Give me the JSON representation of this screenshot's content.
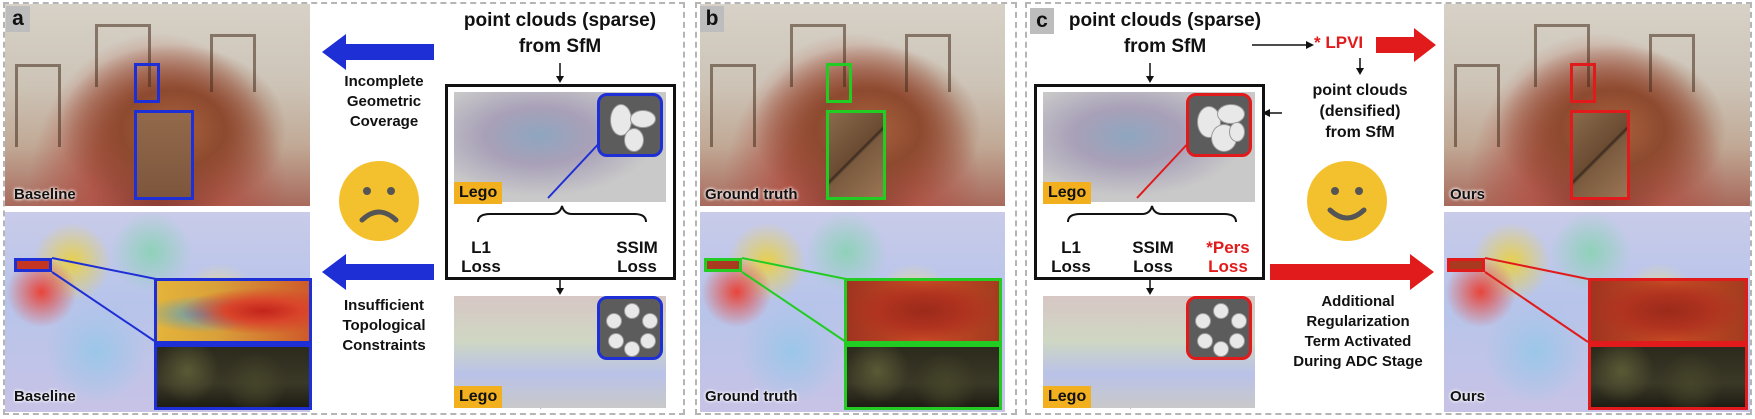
{
  "panels": {
    "a": {
      "letter": "a",
      "img_top_label": "Baseline",
      "img_bottom_label": "Baseline",
      "arrow_top_text": [
        "Incomplete",
        "Geometric",
        "Coverage"
      ],
      "arrow_bottom_text": [
        "Insufficient",
        "Topological",
        "Constraints"
      ],
      "face": "sad"
    },
    "b": {
      "letter": "b",
      "img_top_label": "Ground truth",
      "img_bottom_label": "Ground truth"
    },
    "c": {
      "letter": "c",
      "img_top_label": "Ours",
      "img_bottom_label": "Ours",
      "lpvi_star": "*",
      "lpvi": "LPVI",
      "densified": [
        "point clouds",
        "(densified)",
        "from SfM"
      ],
      "arrow_bottom_text": [
        "Additional",
        "Regularization",
        "Term Activated",
        "During ADC Stage"
      ],
      "face": "happy"
    }
  },
  "pipeline_left": {
    "title_line1": "point clouds (sparse)",
    "title_line2": "from SfM",
    "lego_top": "Lego",
    "lego_bottom": "Lego",
    "loss_l1": [
      "L1",
      "Loss"
    ],
    "loss_ssim": [
      "SSIM",
      "Loss"
    ]
  },
  "pipeline_right": {
    "title_line1": "point clouds (sparse)",
    "title_line2": "from SfM",
    "lego_top": "Lego",
    "lego_bottom": "Lego",
    "loss_l1": [
      "L1",
      "Loss"
    ],
    "loss_ssim": [
      "SSIM",
      "Loss"
    ],
    "loss_pers_star": "*",
    "loss_pers": [
      "Pers",
      "Loss"
    ]
  },
  "colors": {
    "baseline": "#1f2fd6",
    "ground_truth": "#22cc22",
    "ours": "#e11b1b",
    "face": "#f4c12e",
    "lego_tag": "#f2b01e"
  }
}
